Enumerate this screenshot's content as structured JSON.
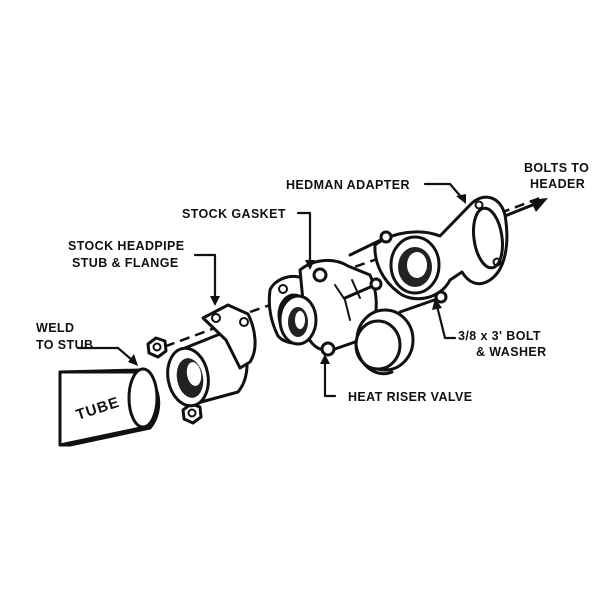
{
  "labels": {
    "bolts_to_header_line1": "BOLTS TO",
    "bolts_to_header_line2": "HEADER",
    "hedman_adapter": "HEDMAN ADAPTER",
    "stock_gasket": "STOCK GASKET",
    "stock_headpipe_line1": "STOCK HEADPIPE",
    "stock_headpipe_line2": "STUB & FLANGE",
    "weld_line1": "WELD",
    "weld_line2": "TO STUB",
    "bolt_line1": "3/8 x 3' BOLT",
    "bolt_line2": "& WASHER",
    "heat_riser_valve": "HEAT RISER VALVE",
    "tube": "TUBE"
  },
  "colors": {
    "ink": "#111111",
    "background": "#ffffff"
  }
}
